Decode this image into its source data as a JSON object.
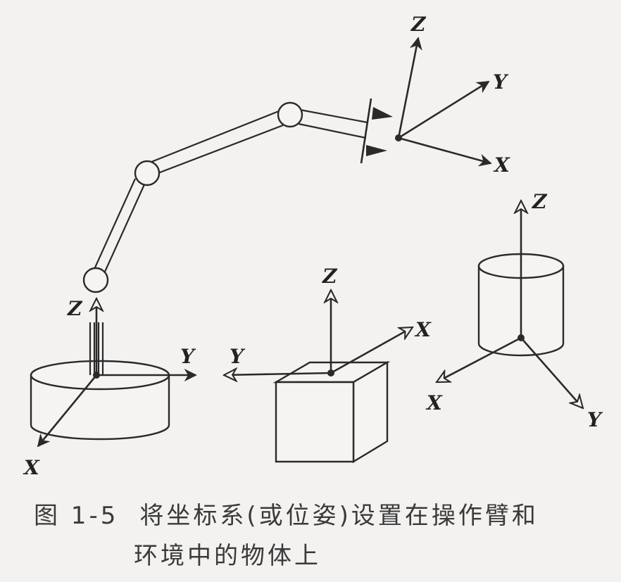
{
  "figure": {
    "caption_number": "图 1-5",
    "caption_line1": "将坐标系(或位姿)设置在操作臂和",
    "caption_line2": "环境中的物体上"
  },
  "axes": {
    "gripper": {
      "x": "X",
      "y": "Y",
      "z": "Z"
    },
    "base": {
      "x": "X",
      "y": "Y",
      "z": "Z"
    },
    "cube": {
      "x": "X",
      "y": "Y",
      "z": "Z"
    },
    "cylinder": {
      "x": "X",
      "y": "Y",
      "z": "Z"
    }
  }
}
